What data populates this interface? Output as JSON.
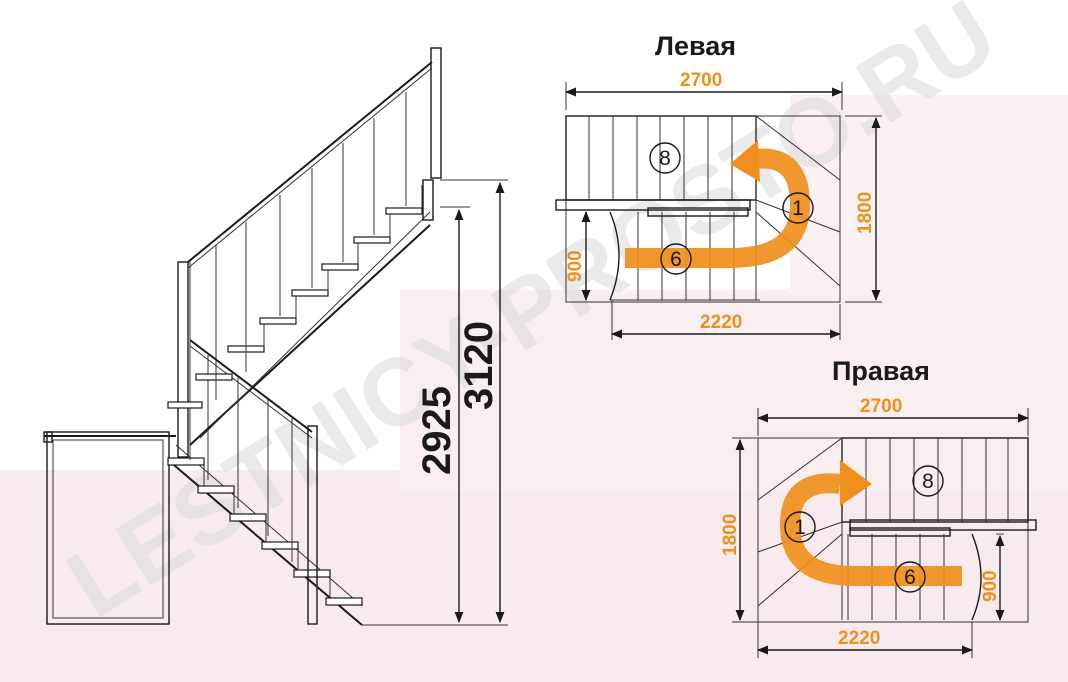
{
  "watermark": "LESTNICY-PROSTO.RU",
  "colors": {
    "accent": "#ef8f1c",
    "line": "#1a1a1a",
    "band": "#f7ebee"
  },
  "side_view": {
    "height_lower": "2925",
    "height_upper": "3120"
  },
  "left_plan": {
    "title": "Левая",
    "width_top": "2700",
    "width_bottom": "2220",
    "depth": "1800",
    "opening": "900",
    "steps_upper": "8",
    "steps_turn": "1",
    "steps_lower": "6"
  },
  "right_plan": {
    "title": "Правая",
    "width_top": "2700",
    "width_bottom": "2220",
    "depth": "1800",
    "opening": "900",
    "steps_upper": "8",
    "steps_turn": "1",
    "steps_lower": "6"
  }
}
